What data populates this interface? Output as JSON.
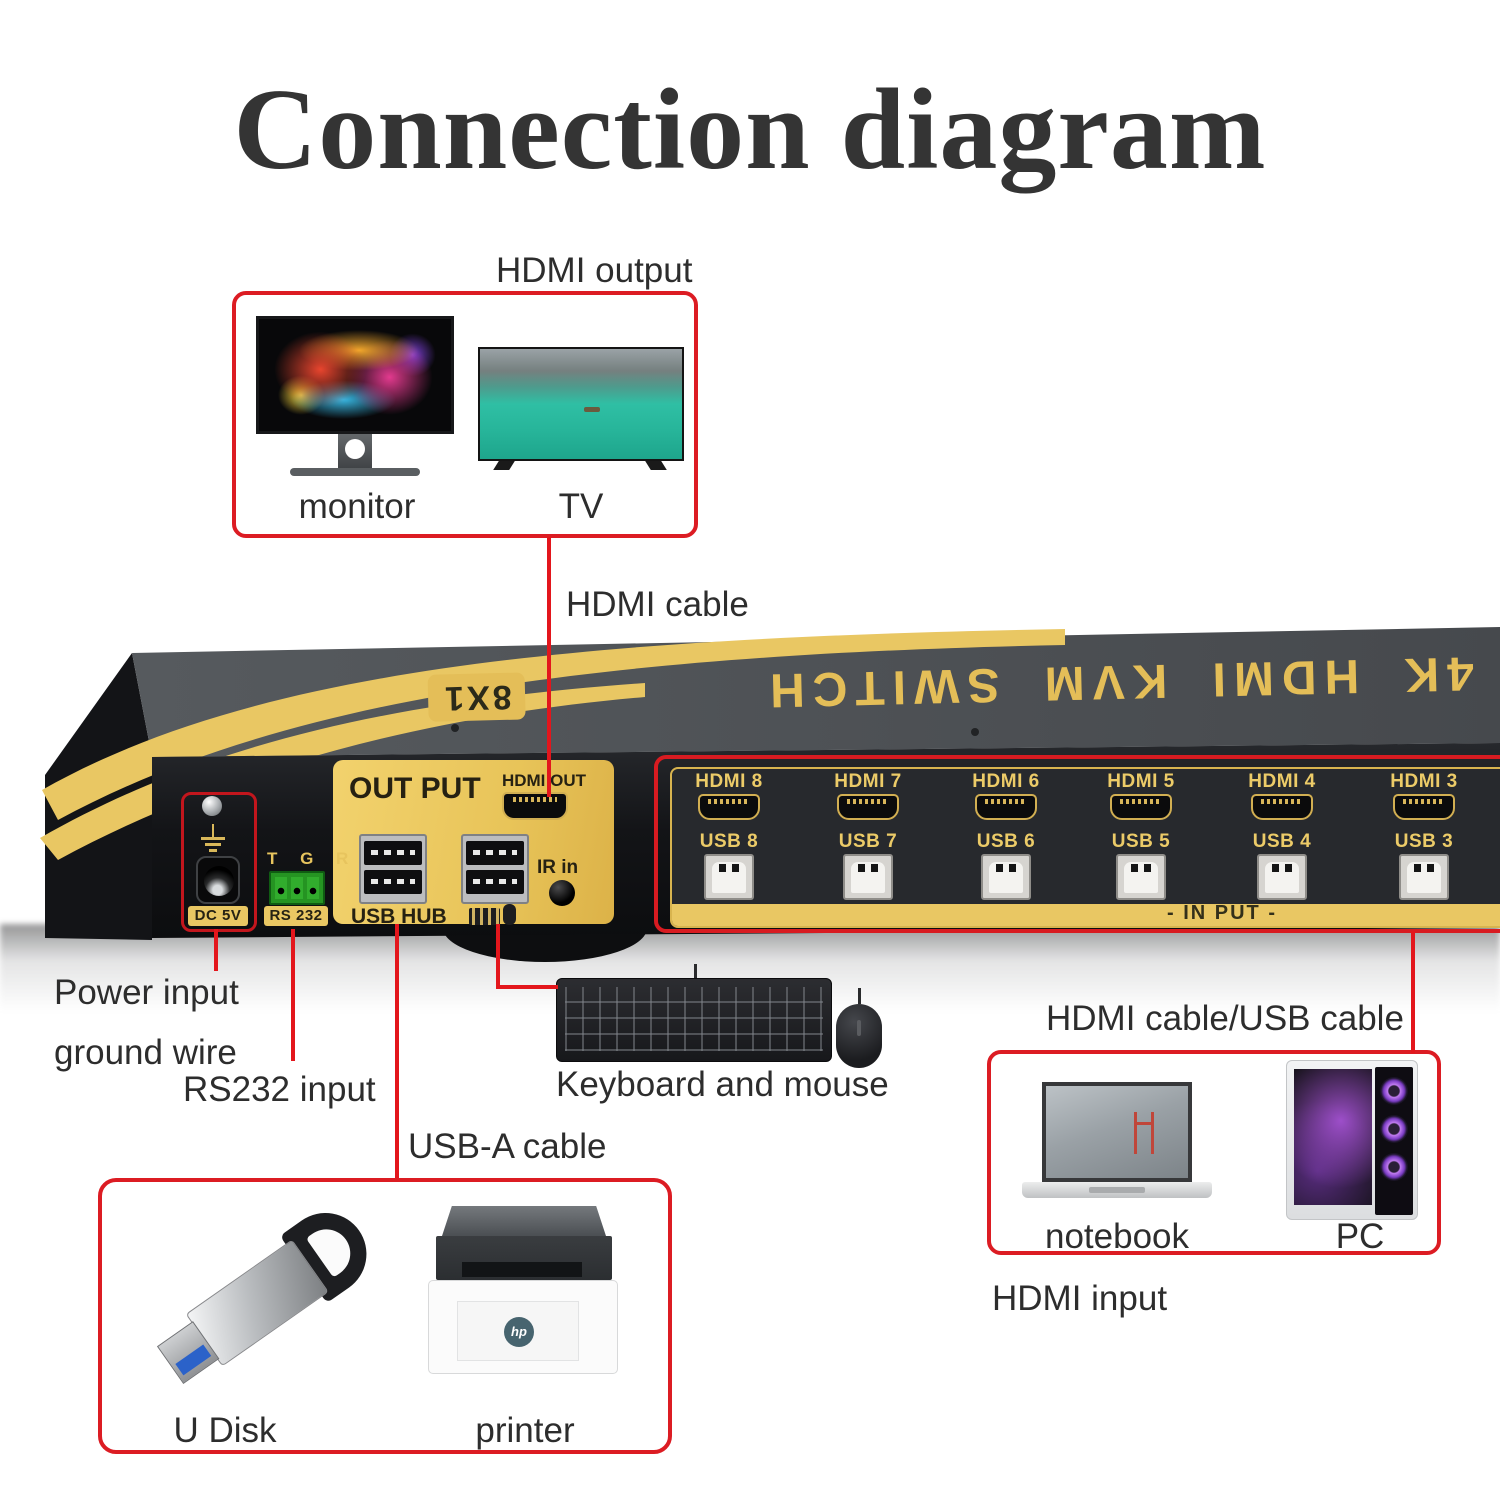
{
  "title": "Connection diagram",
  "colors": {
    "accent_red": "#dc1c23",
    "gold": "#e7c45e",
    "panel_yellow": "#ecc760",
    "terminal_green": "#2fae2b",
    "device_top_gray": "#4d5154",
    "device_front_black": "#141519"
  },
  "output_group": {
    "label": "HDMI output",
    "monitor_label": "monitor",
    "tv_label": "TV"
  },
  "cables": {
    "hdmi": "HDMI cable",
    "usb_a": "USB-A cable",
    "hdmi_usb": "HDMI cable/USB cable"
  },
  "device": {
    "brand": "4K HDMI KVM SWITCH",
    "badge": "8X1",
    "rear": {
      "dc": "DC 5V",
      "tgr": "T G R",
      "rs232": "RS 232",
      "output_title": "OUT PUT",
      "hdmi_out": "HDMI OUT",
      "ir_in": "IR in",
      "usb_hub": "USB HUB",
      "input_strip": "- IN PUT -",
      "ports": [
        {
          "hdmi": "HDMI 8",
          "usb": "USB 8"
        },
        {
          "hdmi": "HDMI 7",
          "usb": "USB 7"
        },
        {
          "hdmi": "HDMI 6",
          "usb": "USB 6"
        },
        {
          "hdmi": "HDMI 5",
          "usb": "USB 5"
        },
        {
          "hdmi": "HDMI 4",
          "usb": "USB 4"
        },
        {
          "hdmi": "HDMI 3",
          "usb": "USB 3"
        }
      ]
    }
  },
  "annotations": {
    "power_input": "Power input",
    "ground_wire": "ground wire",
    "rs232_input": "RS232 input",
    "keyboard_mouse": "Keyboard and mouse",
    "hdmi_input": "HDMI input"
  },
  "usb_group": {
    "u_disk_label": "U Disk",
    "printer_label": "printer",
    "hp_logo": "hp"
  },
  "input_group": {
    "notebook_label": "notebook",
    "pc_label": "PC"
  }
}
